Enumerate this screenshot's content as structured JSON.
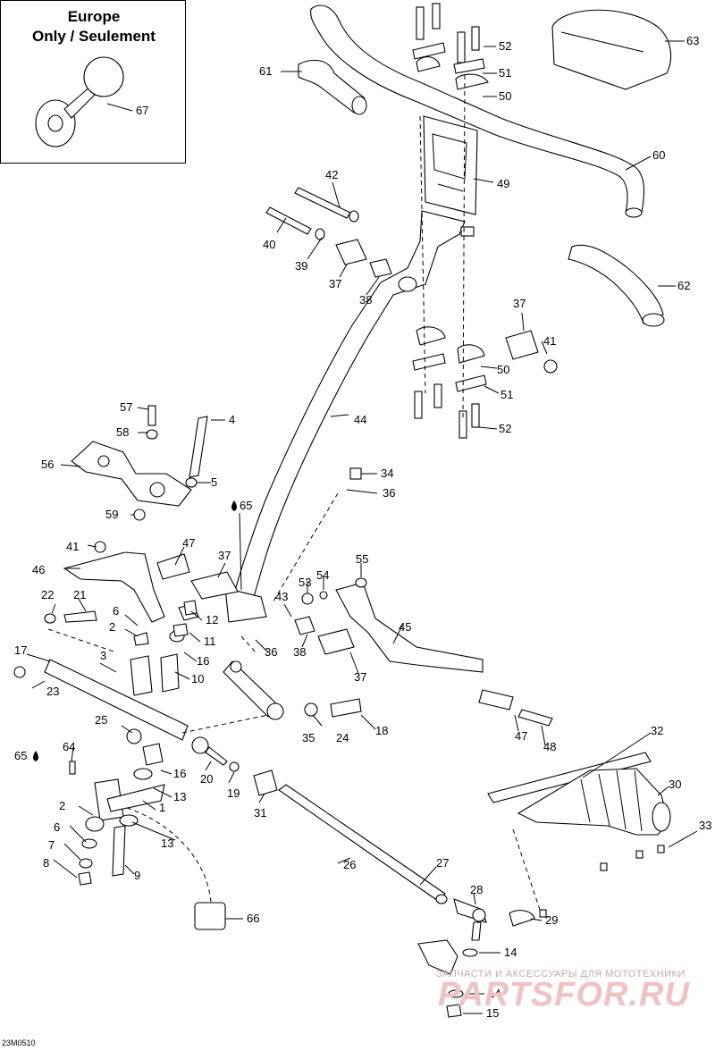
{
  "inset": {
    "line1": "Europe",
    "line2": "Only / Seulement"
  },
  "drawing_code": "23M0510",
  "watermark": {
    "line": "ЗАПЧАСТИ И АКСЕССУАРЫ ДЛЯ МОТОТЕХНИКИ",
    "logo": "PARTSFOR.RU"
  },
  "callouts": [
    "1",
    "2",
    "3",
    "4",
    "5",
    "6",
    "7",
    "8",
    "9",
    "10",
    "11",
    "12",
    "13",
    "14",
    "15",
    "16",
    "17",
    "18",
    "19",
    "20",
    "21",
    "22",
    "23",
    "24",
    "25",
    "26",
    "27",
    "28",
    "29",
    "30",
    "31",
    "32",
    "33",
    "34",
    "35",
    "36",
    "37",
    "38",
    "39",
    "40",
    "41",
    "42",
    "43",
    "44",
    "45",
    "46",
    "47",
    "48",
    "49",
    "50",
    "51",
    "52",
    "53",
    "54",
    "55",
    "56",
    "57",
    "58",
    "59",
    "60",
    "61",
    "62",
    "63",
    "64",
    "65",
    "66",
    "67"
  ],
  "colors": {
    "line": "#000000",
    "watermark": "#f0c2c2"
  }
}
